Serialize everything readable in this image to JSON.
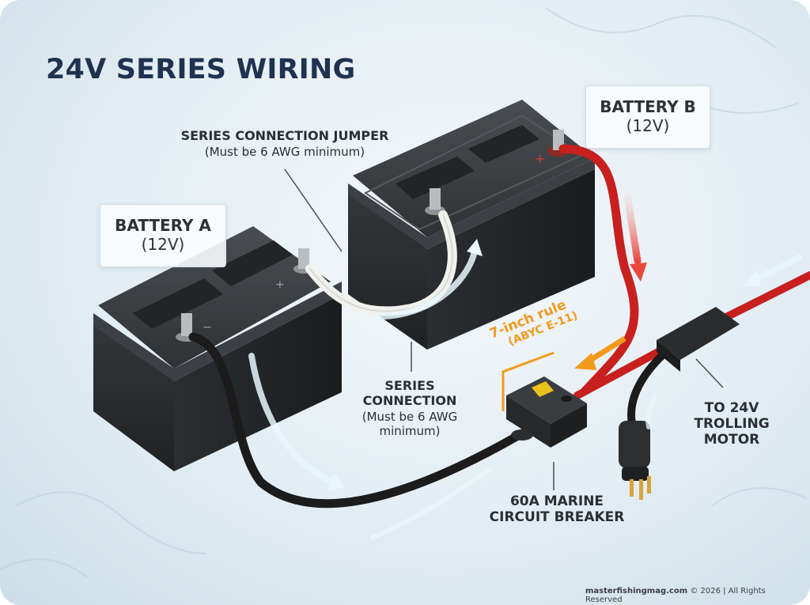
{
  "title": "24V SERIES WIRING",
  "battery_a": {
    "name": "BATTERY A",
    "voltage": "(12V)"
  },
  "battery_b": {
    "name": "BATTERY B",
    "voltage": "(12V)"
  },
  "jumper": {
    "title": "SERIES CONNECTION JUMPER",
    "note": "(Must be 6 AWG minimum)"
  },
  "series_connection": {
    "line1": "SERIES",
    "line2": "CONNECTION",
    "note1": "(Must be 6 AWG",
    "note2": "minimum)"
  },
  "rule": {
    "title": "7-inch rule",
    "ref": "(ABYC E-11)"
  },
  "breaker": {
    "line1": "60A MARINE",
    "line2": "CIRCUIT BREAKER"
  },
  "motor": {
    "line1": "TO 24V",
    "line2": "TROLLING",
    "line3": "MOTOR"
  },
  "footer": {
    "site": "masterfishingmag.com",
    "rights": "© 2026 | All Rights Reserved"
  },
  "colors": {
    "title": "#1f3250",
    "battery": "#2a2d30",
    "positive_cable": "#c8201e",
    "negative_cable": "#1c1c1c",
    "jumper_cable": "#f1f1ed",
    "rule_accent": "#f39a1c",
    "flow_arrow": "#e9f7fb"
  }
}
